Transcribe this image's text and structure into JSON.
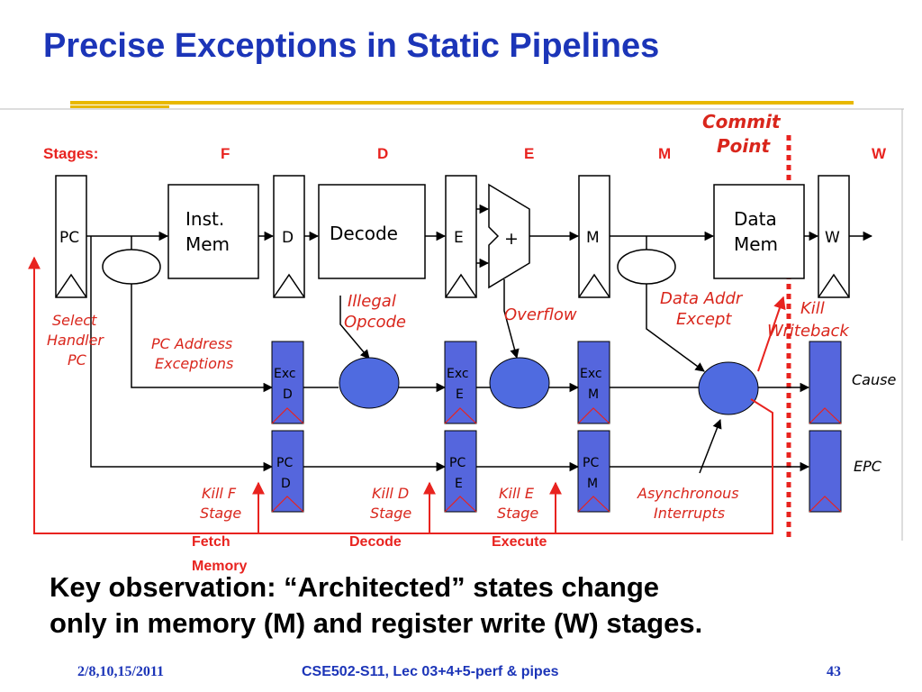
{
  "slide": {
    "title": "Precise Exceptions in Static Pipelines",
    "key_line1": "Key observation: “Architected” states change",
    "key_line2": "only in memory (M) and register write (W) stages."
  },
  "diagram": {
    "stages_label": "Stages:",
    "stage_f": "F",
    "stage_d": "D",
    "stage_e": "E",
    "stage_m": "M",
    "stage_w": "W",
    "commit_line1": "Commit",
    "commit_line2": "Point",
    "pc": "PC",
    "inst_mem_line1": "Inst.",
    "inst_mem_line2": "Mem",
    "d_reg": "D",
    "decode": "Decode",
    "e_reg": "E",
    "plus": "+",
    "m_reg": "M",
    "data_mem_line1": "Data",
    "data_mem_line2": "Mem",
    "w_reg": "W",
    "select_handler_1": "Select",
    "select_handler_2": "Handler",
    "select_handler_3": "PC",
    "pc_addr_exc_1": "PC Address",
    "pc_addr_exc_2": "Exceptions",
    "illegal_1": "Illegal",
    "illegal_2": "Opcode",
    "overflow": "Overflow",
    "data_addr_1": "Data Addr",
    "data_addr_2": "Except",
    "kill_wb_1": "Kill",
    "kill_wb_2": "Writeback",
    "exc_1": "Exc",
    "exc_d": "D",
    "exc_e": "E",
    "exc_m": "M",
    "pc_1": "PC",
    "pc_d": "D",
    "pc_e": "E",
    "pc_m": "M",
    "cause": "Cause",
    "epc": "EPC",
    "kill_f_1": "Kill F",
    "kill_f_2": "Stage",
    "kill_d_1": "Kill D",
    "kill_d_2": "Stage",
    "kill_e_1": "Kill E",
    "kill_e_2": "Stage",
    "async_1": "Asynchronous",
    "async_2": "Interrupts",
    "fetch": "Fetch",
    "memory": "Memory",
    "decode_label": "Decode",
    "execute": "Execute"
  },
  "footer": {
    "date": "2/8,10,15/2011",
    "course": "CSE502-S11, Lec 03+4+5-perf & pipes",
    "page": "43"
  },
  "colors": {
    "title_blue": "#1c35b8",
    "rule_gold": "#e8b800",
    "red": "#e8231f",
    "handwritten_red": "#d9261c",
    "exc_box_blue": "#5566dd",
    "oval_blue": "#4f6be0"
  }
}
